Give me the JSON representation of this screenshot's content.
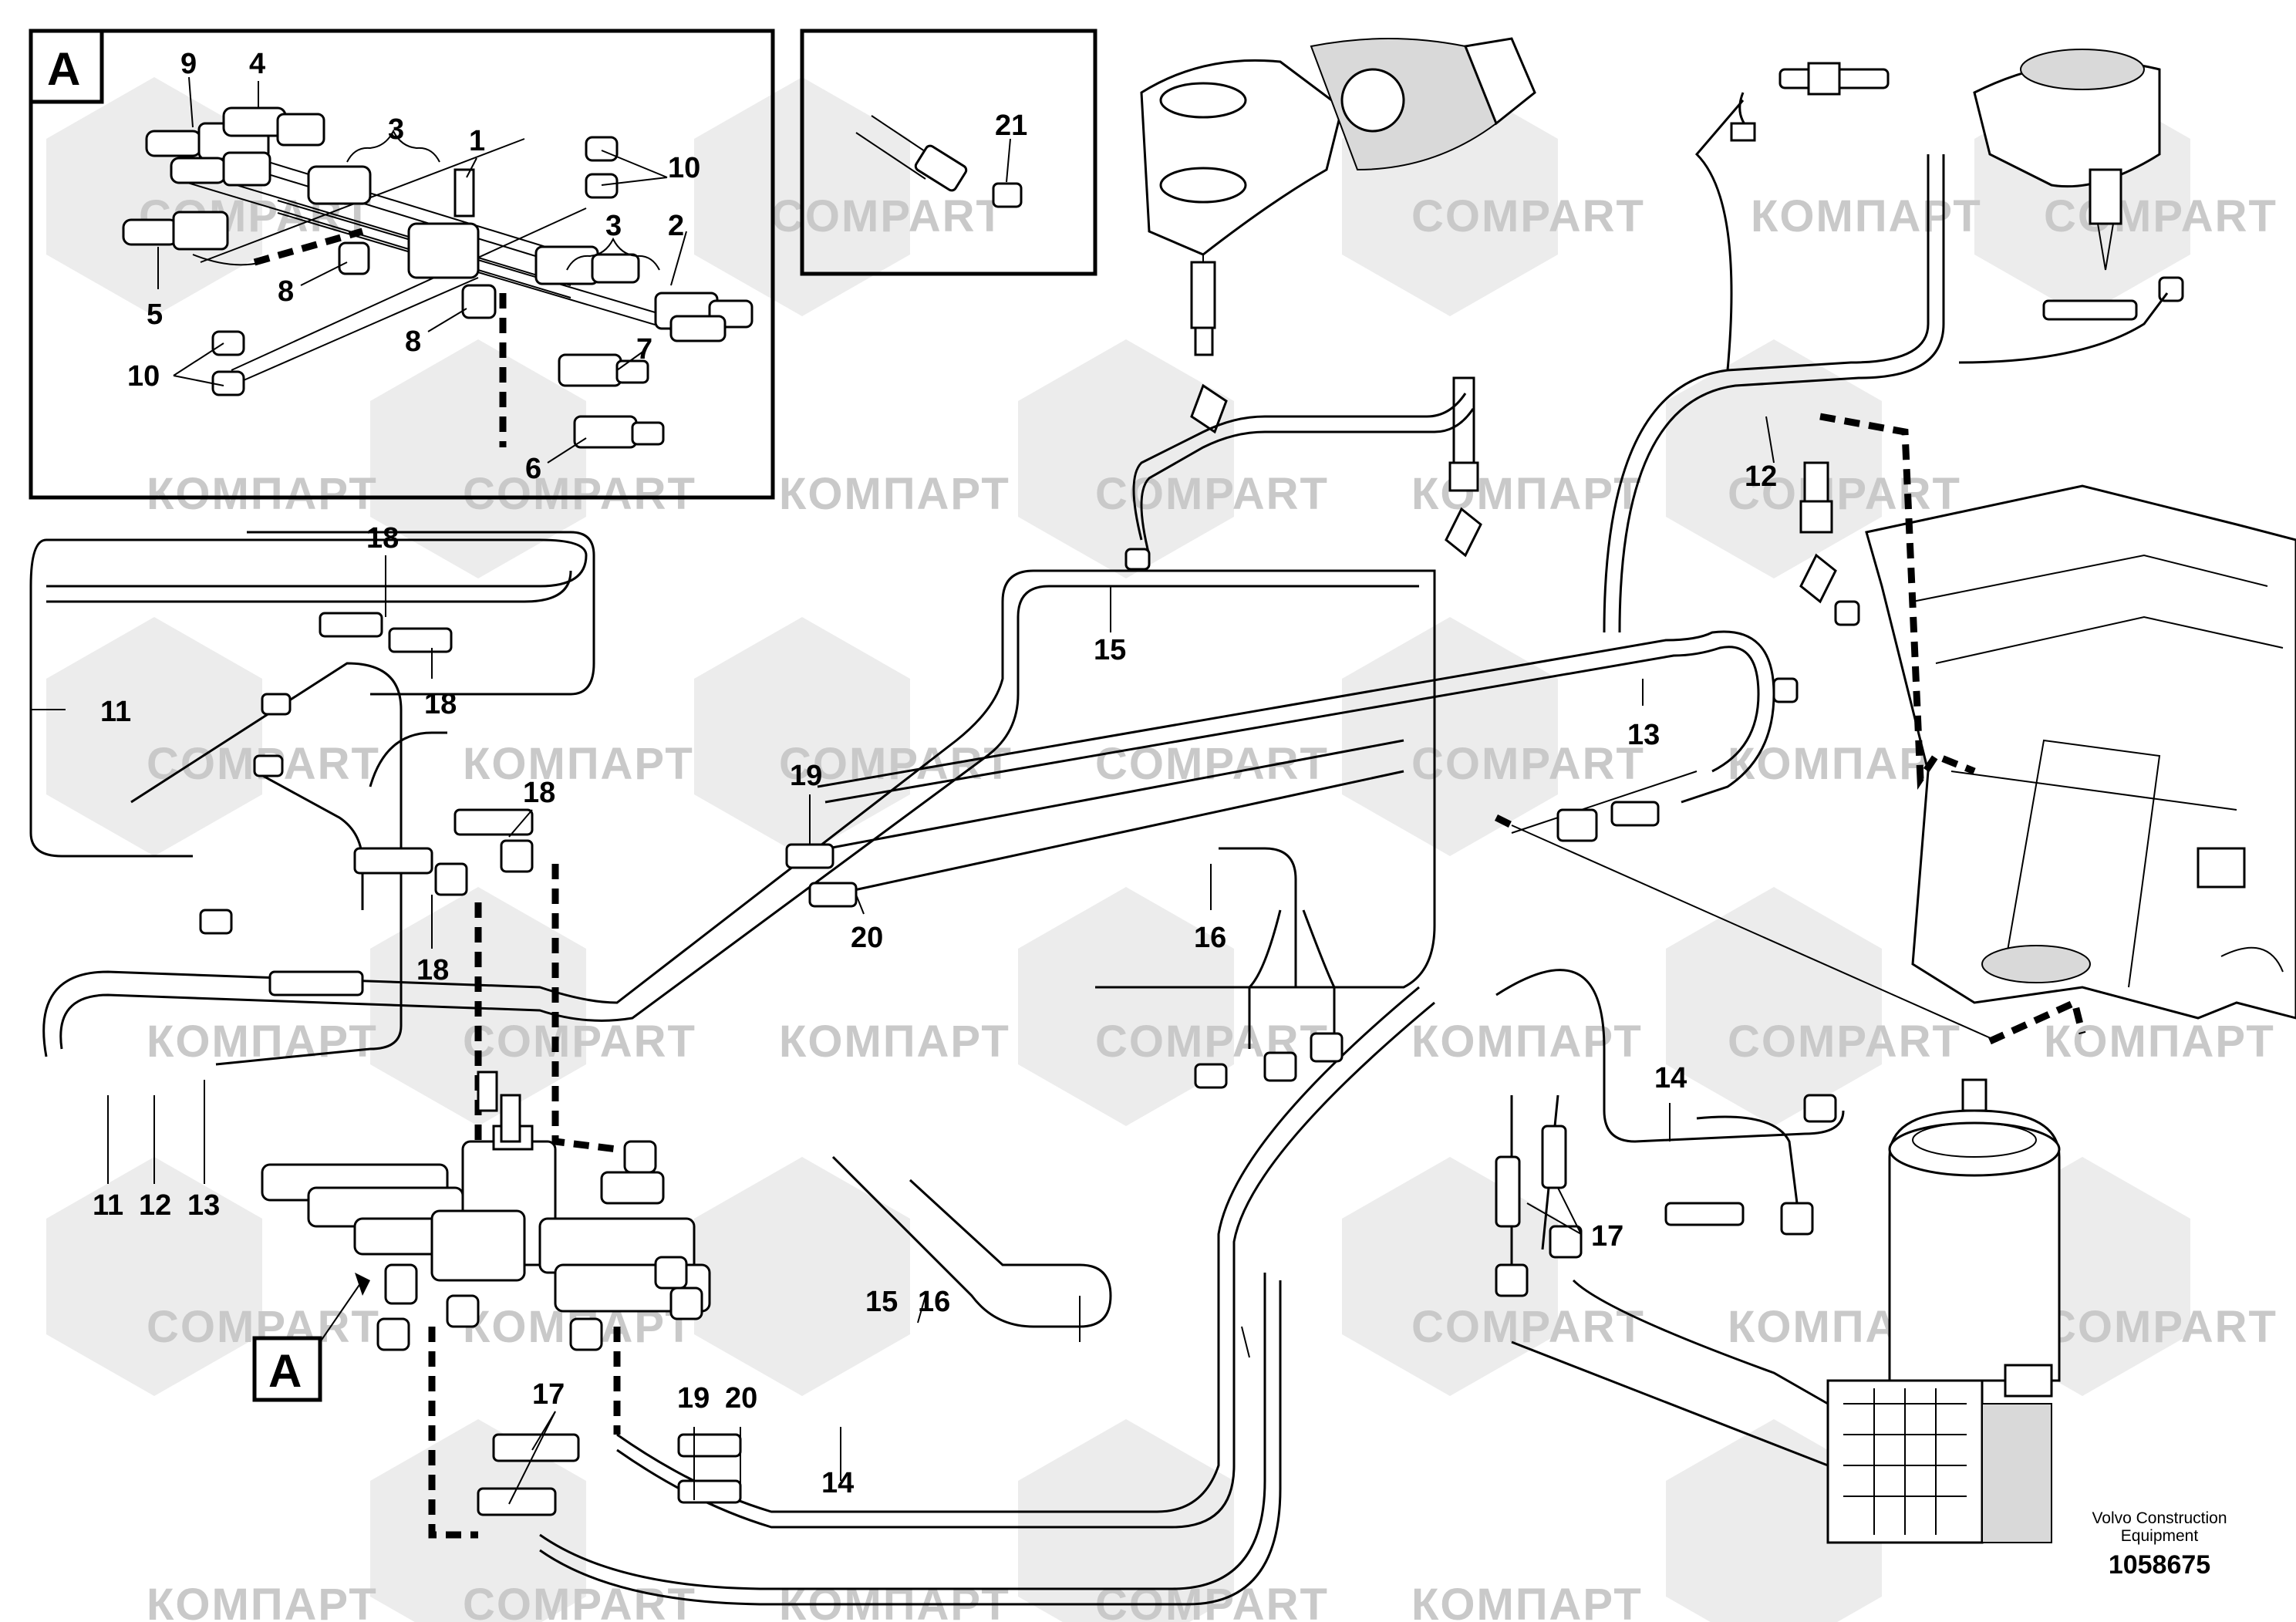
{
  "watermarks": {
    "latin": "COMPART",
    "cyrillic": "КОМПАРТ"
  },
  "detail_box": {
    "label": "A"
  },
  "callout_a": {
    "label": "A"
  },
  "callouts": {
    "c1": "1",
    "c2": "2",
    "c3a": "3",
    "c3b": "3",
    "c4": "4",
    "c5": "5",
    "c6": "6",
    "c7": "7",
    "c8a": "8",
    "c8b": "8",
    "c9": "9",
    "c10a": "10",
    "c10b": "10",
    "c11a": "11",
    "c11b": "11",
    "c12a": "12",
    "c12b": "12",
    "c13a": "13",
    "c13b": "13",
    "c14a": "14",
    "c14b": "14",
    "c15a": "15",
    "c15b": "15",
    "c16a": "16",
    "c16b": "16",
    "c17a": "17",
    "c17b": "17",
    "c18a": "18",
    "c18b": "18",
    "c18c": "18",
    "c18d": "18",
    "c19a": "19",
    "c19b": "19",
    "c20a": "20",
    "c20b": "20",
    "c21": "21"
  },
  "credit": {
    "line1": "Volvo Construction",
    "line2": "Equipment",
    "part_number": "1058675"
  }
}
